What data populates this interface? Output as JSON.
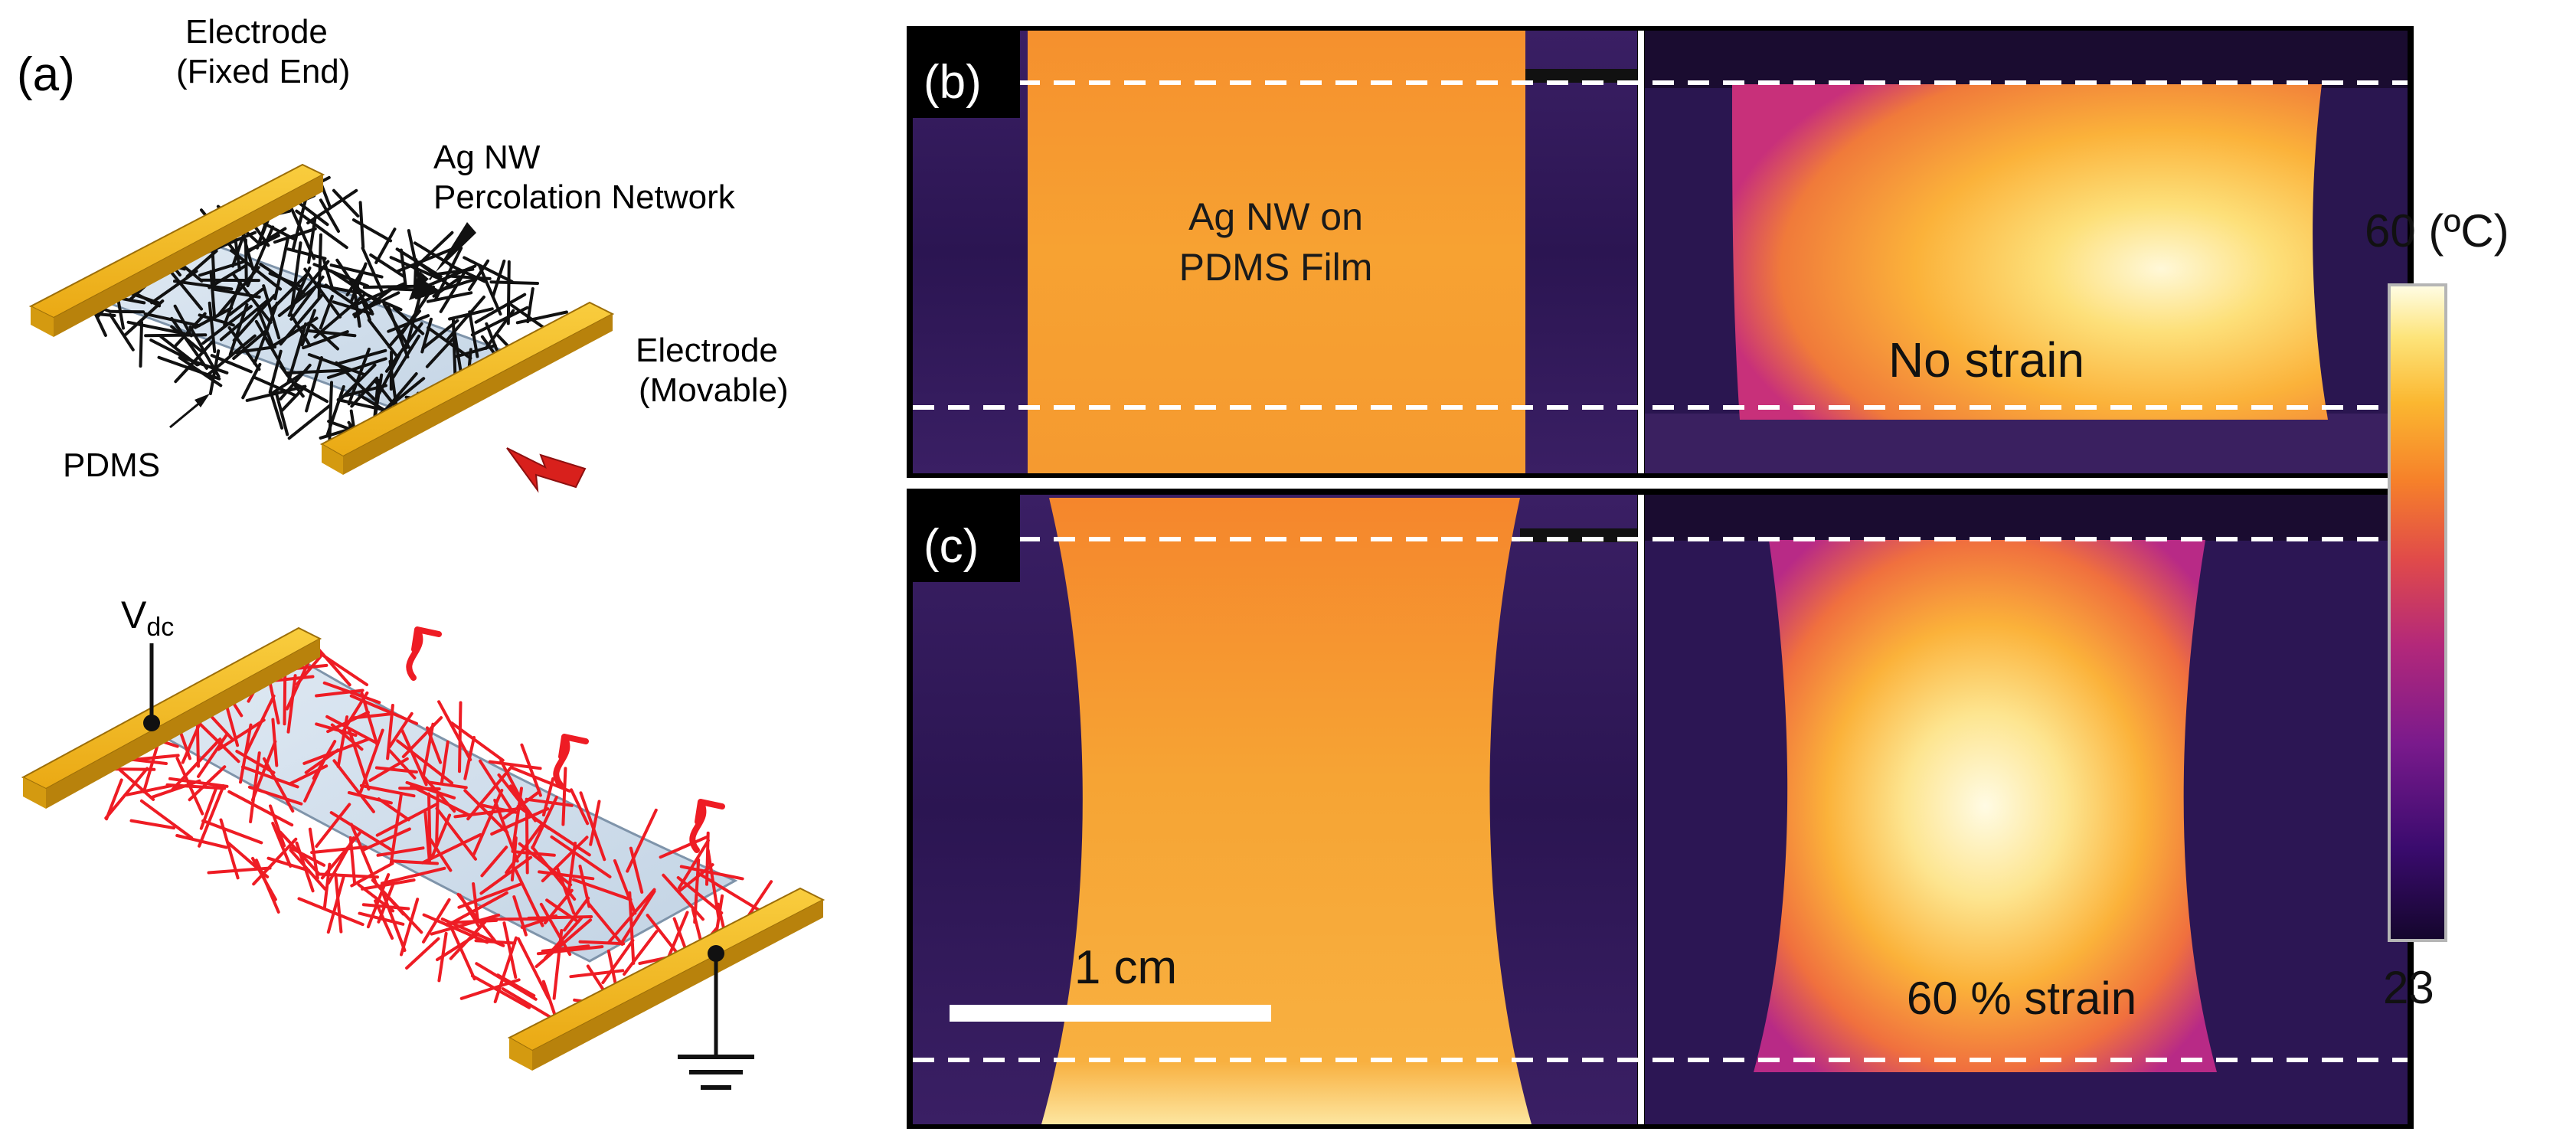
{
  "panel_a": {
    "label": "(a)",
    "electrode_fixed_line1": "Electrode",
    "electrode_fixed_line2": "(Fixed End)",
    "network_line1": "Ag NW",
    "network_line2": "Percolation Network",
    "electrode_movable_line1": "Electrode",
    "electrode_movable_line2": "(Movable)",
    "substrate": "PDMS",
    "voltage_main": "V",
    "voltage_sub": "dc"
  },
  "panel_b": {
    "label": "(b)",
    "sample_line1": "Ag NW on",
    "sample_line2": "PDMS Film",
    "condition": "No strain"
  },
  "panel_c": {
    "label": "(c)",
    "scale_bar": "1 cm",
    "condition": "60 % strain"
  },
  "colorbar": {
    "max_label": "60 (ºC)",
    "min_label": "23",
    "colors": [
      "#14062c",
      "#3a0b6e",
      "#7a1a8c",
      "#b3287a",
      "#e04a4a",
      "#f6802a",
      "#fbb730",
      "#fde47a",
      "#fffde6"
    ]
  },
  "colors": {
    "electrode": "#f0b41c",
    "electrode_dark": "#b17e0a",
    "substrate": "#cfdcea",
    "nanowire_off": "#111111",
    "nanowire_on": "#ee1c24",
    "arrow_red": "#d8201c",
    "thermal_bg": "#2a1650",
    "thermal_film": "#f6a032",
    "thermal_hot": "#fff6c8"
  }
}
